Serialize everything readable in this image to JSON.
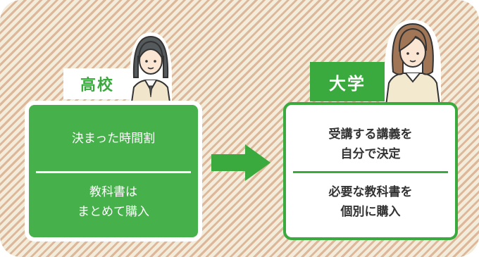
{
  "high_school": {
    "tag": "高校",
    "items": [
      "決まった時間割",
      "教科書は\nまとめて購入"
    ]
  },
  "university": {
    "tag": "大学",
    "items": [
      "受講する講義を\n自分で決定",
      "必要な教科書を\n個別に購入"
    ]
  },
  "colors": {
    "green": "#3aaa3e",
    "light_green": "#46b14a",
    "stripe": "#dcb79a",
    "background": "#f4ecda"
  },
  "icons": [
    "high-school-student-figure",
    "university-student-figure",
    "right-arrow-icon"
  ]
}
